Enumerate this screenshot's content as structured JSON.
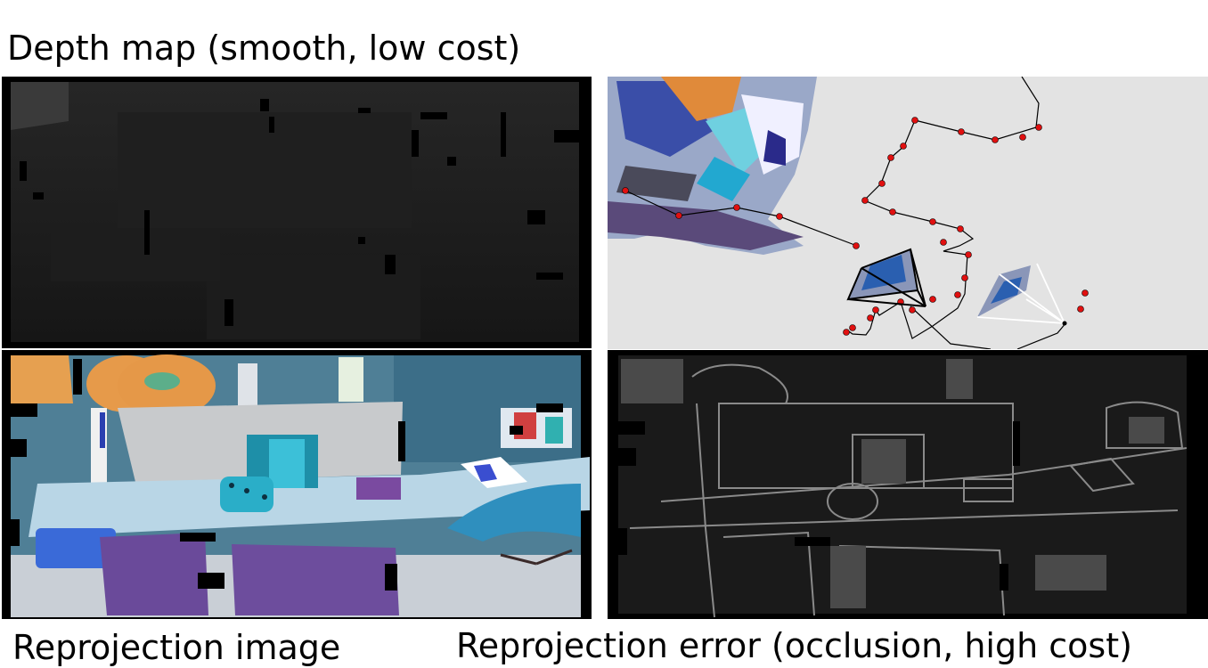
{
  "captions": {
    "depth_map": "Depth map (smooth, low cost)",
    "reprojection_image": "Reprojection image",
    "reprojection_error": "Reprojection error (occlusion, high cost)"
  },
  "colors": {
    "trajectory_point": "#e01010",
    "trajectory_line": "#000000",
    "camera_current": "#ffffff",
    "traj_background": "#e3e3e3"
  }
}
